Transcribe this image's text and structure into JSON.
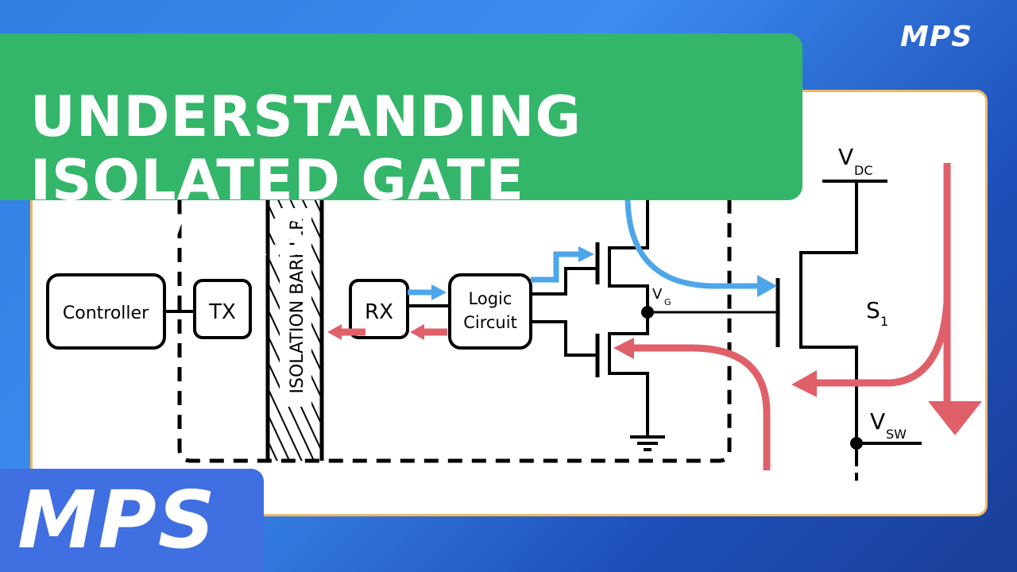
{
  "title": {
    "line1": "UNDERSTANDING",
    "line2": "ISOLATED GATE DRIVERS"
  },
  "brand": {
    "logo_top": "MPS",
    "logo_bottom": "MPS"
  },
  "diagram": {
    "controller": "Controller",
    "tx": "TX",
    "rx": "RX",
    "logic_line1": "Logic",
    "logic_line2": "Circuit",
    "barrier": "ISOLATION BARRIER",
    "vg": "V",
    "vg_sub": "G",
    "vdc": "V",
    "vdc_sub": "DC",
    "vsw": "V",
    "vsw_sub": "SW",
    "s1": "S",
    "s1_sub": "1"
  },
  "colors": {
    "green": "#33b56a",
    "blue_arrow": "#4ea6ea",
    "red_arrow": "#e0606a",
    "border": "#f0b860"
  }
}
